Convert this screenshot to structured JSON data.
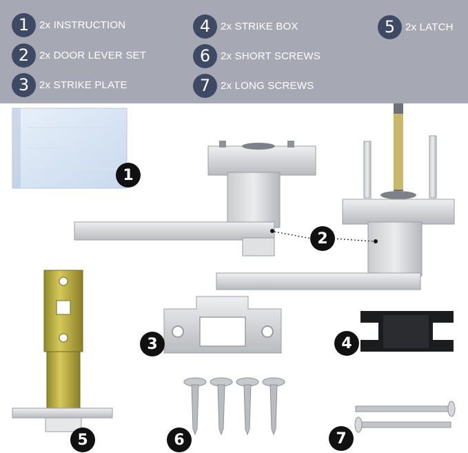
{
  "legend": {
    "items": [
      {
        "num": "1",
        "text": "2x INSTRUCTION"
      },
      {
        "num": "2",
        "text": "2x DOOR LEVER SET"
      },
      {
        "num": "3",
        "text": "2x STRIKE PLATE"
      },
      {
        "num": "4",
        "text": "2x STRIKE BOX"
      },
      {
        "num": "6",
        "text": "2x SHORT SCREWS"
      },
      {
        "num": "7",
        "text": "2x LONG SCREWS"
      },
      {
        "num": "5",
        "text": "2x LATCH"
      }
    ]
  },
  "callouts": {
    "instruction": "1",
    "lever_set": "2",
    "strike_plate": "3",
    "strike_box": "4",
    "latch": "5",
    "short_screws": "6",
    "long_screws": "7"
  },
  "colors": {
    "legend_bg": "#a6a9b3",
    "badge_bg": "#3e4a63",
    "callout_bg": "#111111",
    "steel": "#d9dadc",
    "brass": "#b7a43a"
  }
}
